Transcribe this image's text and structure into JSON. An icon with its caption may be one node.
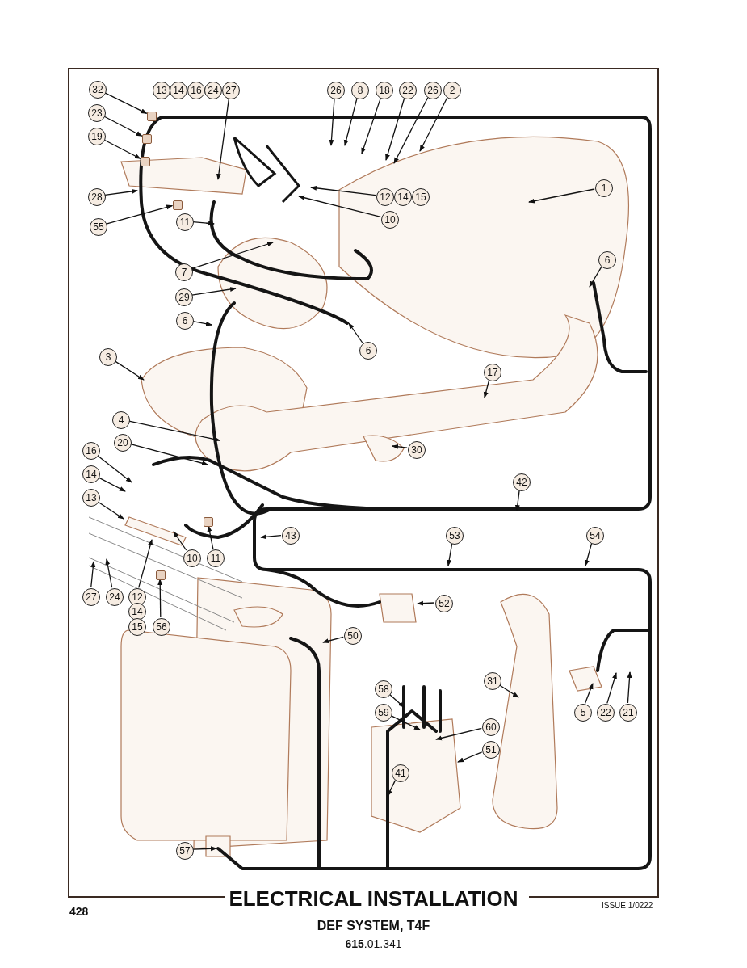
{
  "diagram": {
    "title": "ELECTRICAL INSTALLATION",
    "nodes": [
      {
        "text": [
          "32"
        ]
      },
      {
        "text": [
          "27"
        ]
      },
      {
        "text": [
          "26"
        ]
      },
      {
        "text": [
          "8"
        ]
      },
      {
        "text": [
          "18"
        ]
      },
      {
        "text": [
          "22"
        ]
      },
      {
        "text": [
          "26"
        ]
      },
      {
        "text": [
          "2"
        ]
      },
      {
        "text": [
          "23"
        ]
      },
      {
        "text": [
          "19"
        ]
      },
      {
        "text": [
          "1"
        ]
      },
      {
        "text": [
          "28"
        ]
      },
      {
        "text": [
          "12"
        ]
      },
      {
        "text": [
          "10"
        ]
      },
      {
        "text": [
          "11"
        ]
      },
      {
        "text": [
          "55"
        ]
      },
      {
        "text": [
          "7"
        ]
      },
      {
        "text": [
          "6"
        ]
      },
      {
        "text": [
          "29"
        ]
      },
      {
        "text": [
          "6"
        ]
      },
      {
        "text": [
          "6"
        ]
      },
      {
        "text": [
          "3"
        ]
      },
      {
        "text": [
          "17"
        ]
      },
      {
        "text": [
          "4"
        ]
      },
      {
        "text": [
          "20"
        ]
      },
      {
        "text": [
          "30"
        ]
      },
      {
        "text": [
          "16"
        ]
      },
      {
        "text": [
          "14"
        ]
      },
      {
        "text": [
          "42"
        ]
      },
      {
        "text": [
          "13"
        ]
      },
      {
        "text": [
          "43"
        ]
      },
      {
        "text": [
          "53"
        ]
      },
      {
        "text": [
          "54"
        ]
      },
      {
        "text": [
          "10"
        ]
      },
      {
        "text": [
          "11"
        ]
      },
      {
        "text": [
          "27"
        ]
      },
      {
        "text": [
          "24"
        ]
      },
      {
        "text": [
          "12"
        ]
      },
      {
        "text": [
          "52"
        ]
      },
      {
        "text": [
          "56"
        ]
      },
      {
        "text": [
          "50"
        ]
      },
      {
        "text": [
          "31"
        ]
      },
      {
        "text": [
          "58"
        ]
      },
      {
        "text": [
          "5"
        ]
      },
      {
        "text": [
          "22"
        ]
      },
      {
        "text": [
          "21"
        ]
      },
      {
        "text": [
          "59"
        ]
      },
      {
        "text": [
          "60"
        ]
      },
      {
        "text": [
          "51"
        ]
      },
      {
        "text": [
          "41"
        ]
      },
      {
        "text": [
          "57"
        ]
      },
      {
        "text": [
          "13"
        ]
      },
      {
        "text": [
          "14"
        ]
      },
      {
        "text": [
          "16"
        ]
      },
      {
        "text": [
          "24"
        ]
      },
      {
        "text": [
          "14"
        ]
      },
      {
        "text": [
          "15"
        ]
      },
      {
        "text": [
          "14"
        ]
      },
      {
        "text": [
          "15"
        ]
      },
      {
        "text": [],
        "shape": "box"
      },
      {
        "text": [],
        "shape": "box"
      },
      {
        "text": [],
        "shape": "box"
      },
      {
        "text": [],
        "shape": "box"
      },
      {
        "text": [],
        "shape": "box"
      },
      {
        "text": [],
        "shape": "box"
      }
    ],
    "edges": [
      {
        "from": 0,
        "to": 59,
        "arrow": "to"
      },
      {
        "from": 1,
        "to": null,
        "arrow": "to"
      },
      {
        "from": 2,
        "to": null,
        "arrow": "to"
      },
      {
        "from": 3,
        "to": null,
        "arrow": "to"
      },
      {
        "from": 4,
        "to": null,
        "arrow": "to"
      },
      {
        "from": 5,
        "to": null,
        "arrow": "to"
      },
      {
        "from": 6,
        "to": null,
        "arrow": "to"
      },
      {
        "from": 7,
        "to": null,
        "arrow": "to"
      },
      {
        "from": 8,
        "to": 63,
        "arrow": "to"
      },
      {
        "from": 9,
        "to": 64,
        "arrow": "to"
      },
      {
        "from": 10,
        "to": null,
        "arrow": "to"
      },
      {
        "from": 11,
        "to": null,
        "arrow": "to"
      },
      {
        "from": 12,
        "to": null,
        "arrow": "to"
      },
      {
        "from": 13,
        "to": null,
        "arrow": "to"
      },
      {
        "from": 14,
        "to": null,
        "arrow": "to"
      },
      {
        "from": 15,
        "to": 60,
        "arrow": "to"
      },
      {
        "from": 16,
        "to": null,
        "arrow": "to"
      },
      {
        "from": 17,
        "to": null,
        "arrow": "to"
      },
      {
        "from": 18,
        "to": null,
        "arrow": "to"
      },
      {
        "from": 19,
        "to": null,
        "arrow": "to"
      },
      {
        "from": 20,
        "to": null,
        "arrow": "to"
      },
      {
        "from": 21,
        "to": null,
        "arrow": "to"
      },
      {
        "from": 22,
        "to": null,
        "arrow": "to"
      },
      {
        "from": 23,
        "to": null,
        "arrow": "to"
      },
      {
        "from": 24,
        "to": null,
        "arrow": "to"
      },
      {
        "from": 25,
        "to": null,
        "arrow": "to"
      },
      {
        "from": 26,
        "to": null,
        "arrow": "to"
      },
      {
        "from": 27,
        "to": null,
        "arrow": "to"
      },
      {
        "from": 28,
        "to": null,
        "arrow": "to"
      },
      {
        "from": 29,
        "to": null,
        "arrow": "to"
      },
      {
        "from": 30,
        "to": null,
        "arrow": "to"
      },
      {
        "from": 31,
        "to": null,
        "arrow": "to"
      },
      {
        "from": 32,
        "to": null,
        "arrow": "to"
      },
      {
        "from": 33,
        "to": null,
        "arrow": "to"
      },
      {
        "from": 34,
        "to": 61,
        "arrow": "to"
      },
      {
        "from": 35,
        "to": null,
        "arrow": "to"
      },
      {
        "from": 36,
        "to": null,
        "arrow": "to"
      },
      {
        "from": 37,
        "to": null,
        "arrow": "to"
      },
      {
        "from": 38,
        "to": null,
        "arrow": "to"
      },
      {
        "from": 39,
        "to": 62,
        "arrow": "to"
      },
      {
        "from": 40,
        "to": null,
        "arrow": "to"
      },
      {
        "from": 41,
        "to": null,
        "arrow": "to"
      },
      {
        "from": 42,
        "to": null,
        "arrow": "to"
      },
      {
        "from": 43,
        "to": null,
        "arrow": "to"
      },
      {
        "from": 44,
        "to": null,
        "arrow": "to"
      },
      {
        "from": 45,
        "to": null,
        "arrow": "to"
      },
      {
        "from": 46,
        "to": null,
        "arrow": "to"
      },
      {
        "from": 47,
        "to": null,
        "arrow": "to"
      },
      {
        "from": 48,
        "to": null,
        "arrow": "to"
      },
      {
        "from": 49,
        "to": null,
        "arrow": "to"
      },
      {
        "from": 50,
        "to": null,
        "arrow": "to"
      }
    ],
    "labels": [
      "428",
      "ISSUE 1/0222",
      "DEF SYSTEM, T4F",
      "**615**.01.341"
    ]
  }
}
